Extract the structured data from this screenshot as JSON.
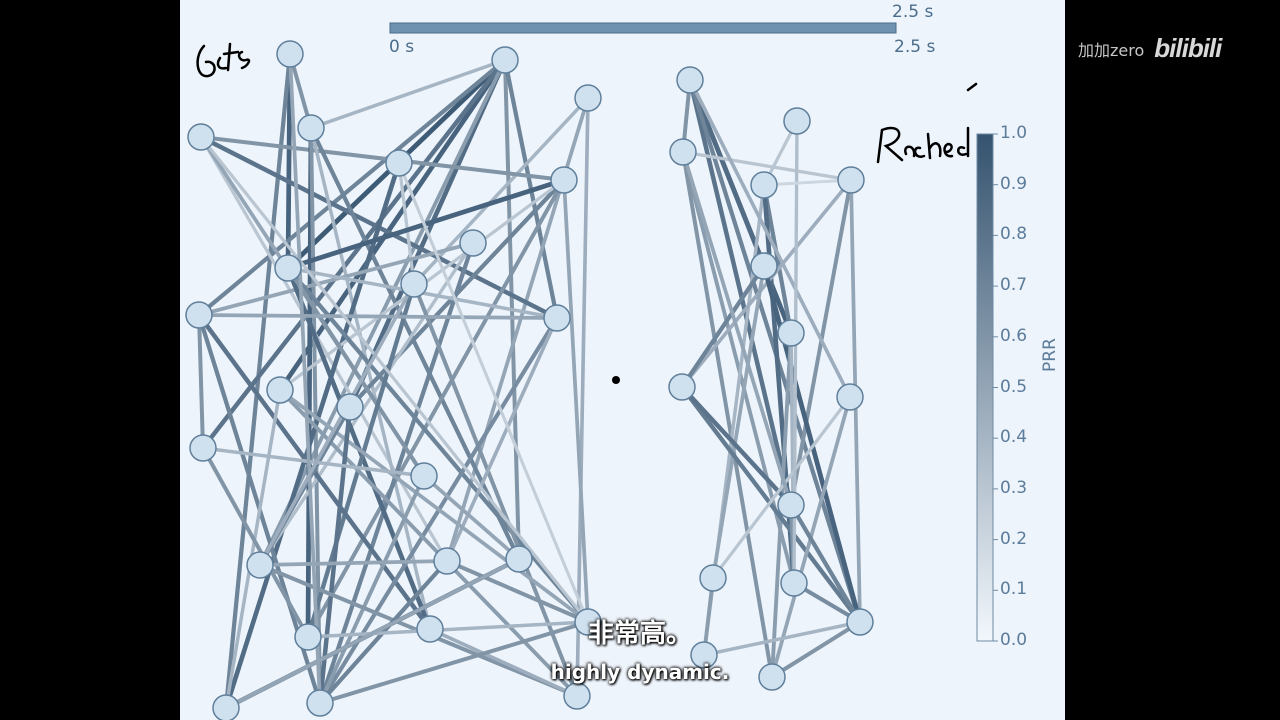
{
  "timeline": {
    "start_label": "0 s",
    "end_label": "2.5 s",
    "top_label": "2.5 s"
  },
  "colorbar": {
    "label": "PRR",
    "ticks": [
      "1.0",
      "0.9",
      "0.8",
      "0.7",
      "0.6",
      "0.5",
      "0.4",
      "0.3",
      "0.2",
      "0.1",
      "0.0"
    ],
    "color_low": "#f2f7fc",
    "color_high": "#35536f"
  },
  "subtitles": {
    "zh": "非常高。",
    "en": "highly dynamic."
  },
  "watermark": {
    "user": "加加zero",
    "brand": "bilibili"
  },
  "handwritten_notes": [
    "6cts",
    "Rached"
  ],
  "colors": {
    "node_fill": "#cfe0ee",
    "node_stroke": "#5f7f9b",
    "edge_dark": "#35536f",
    "background": "#eef4fb"
  }
}
